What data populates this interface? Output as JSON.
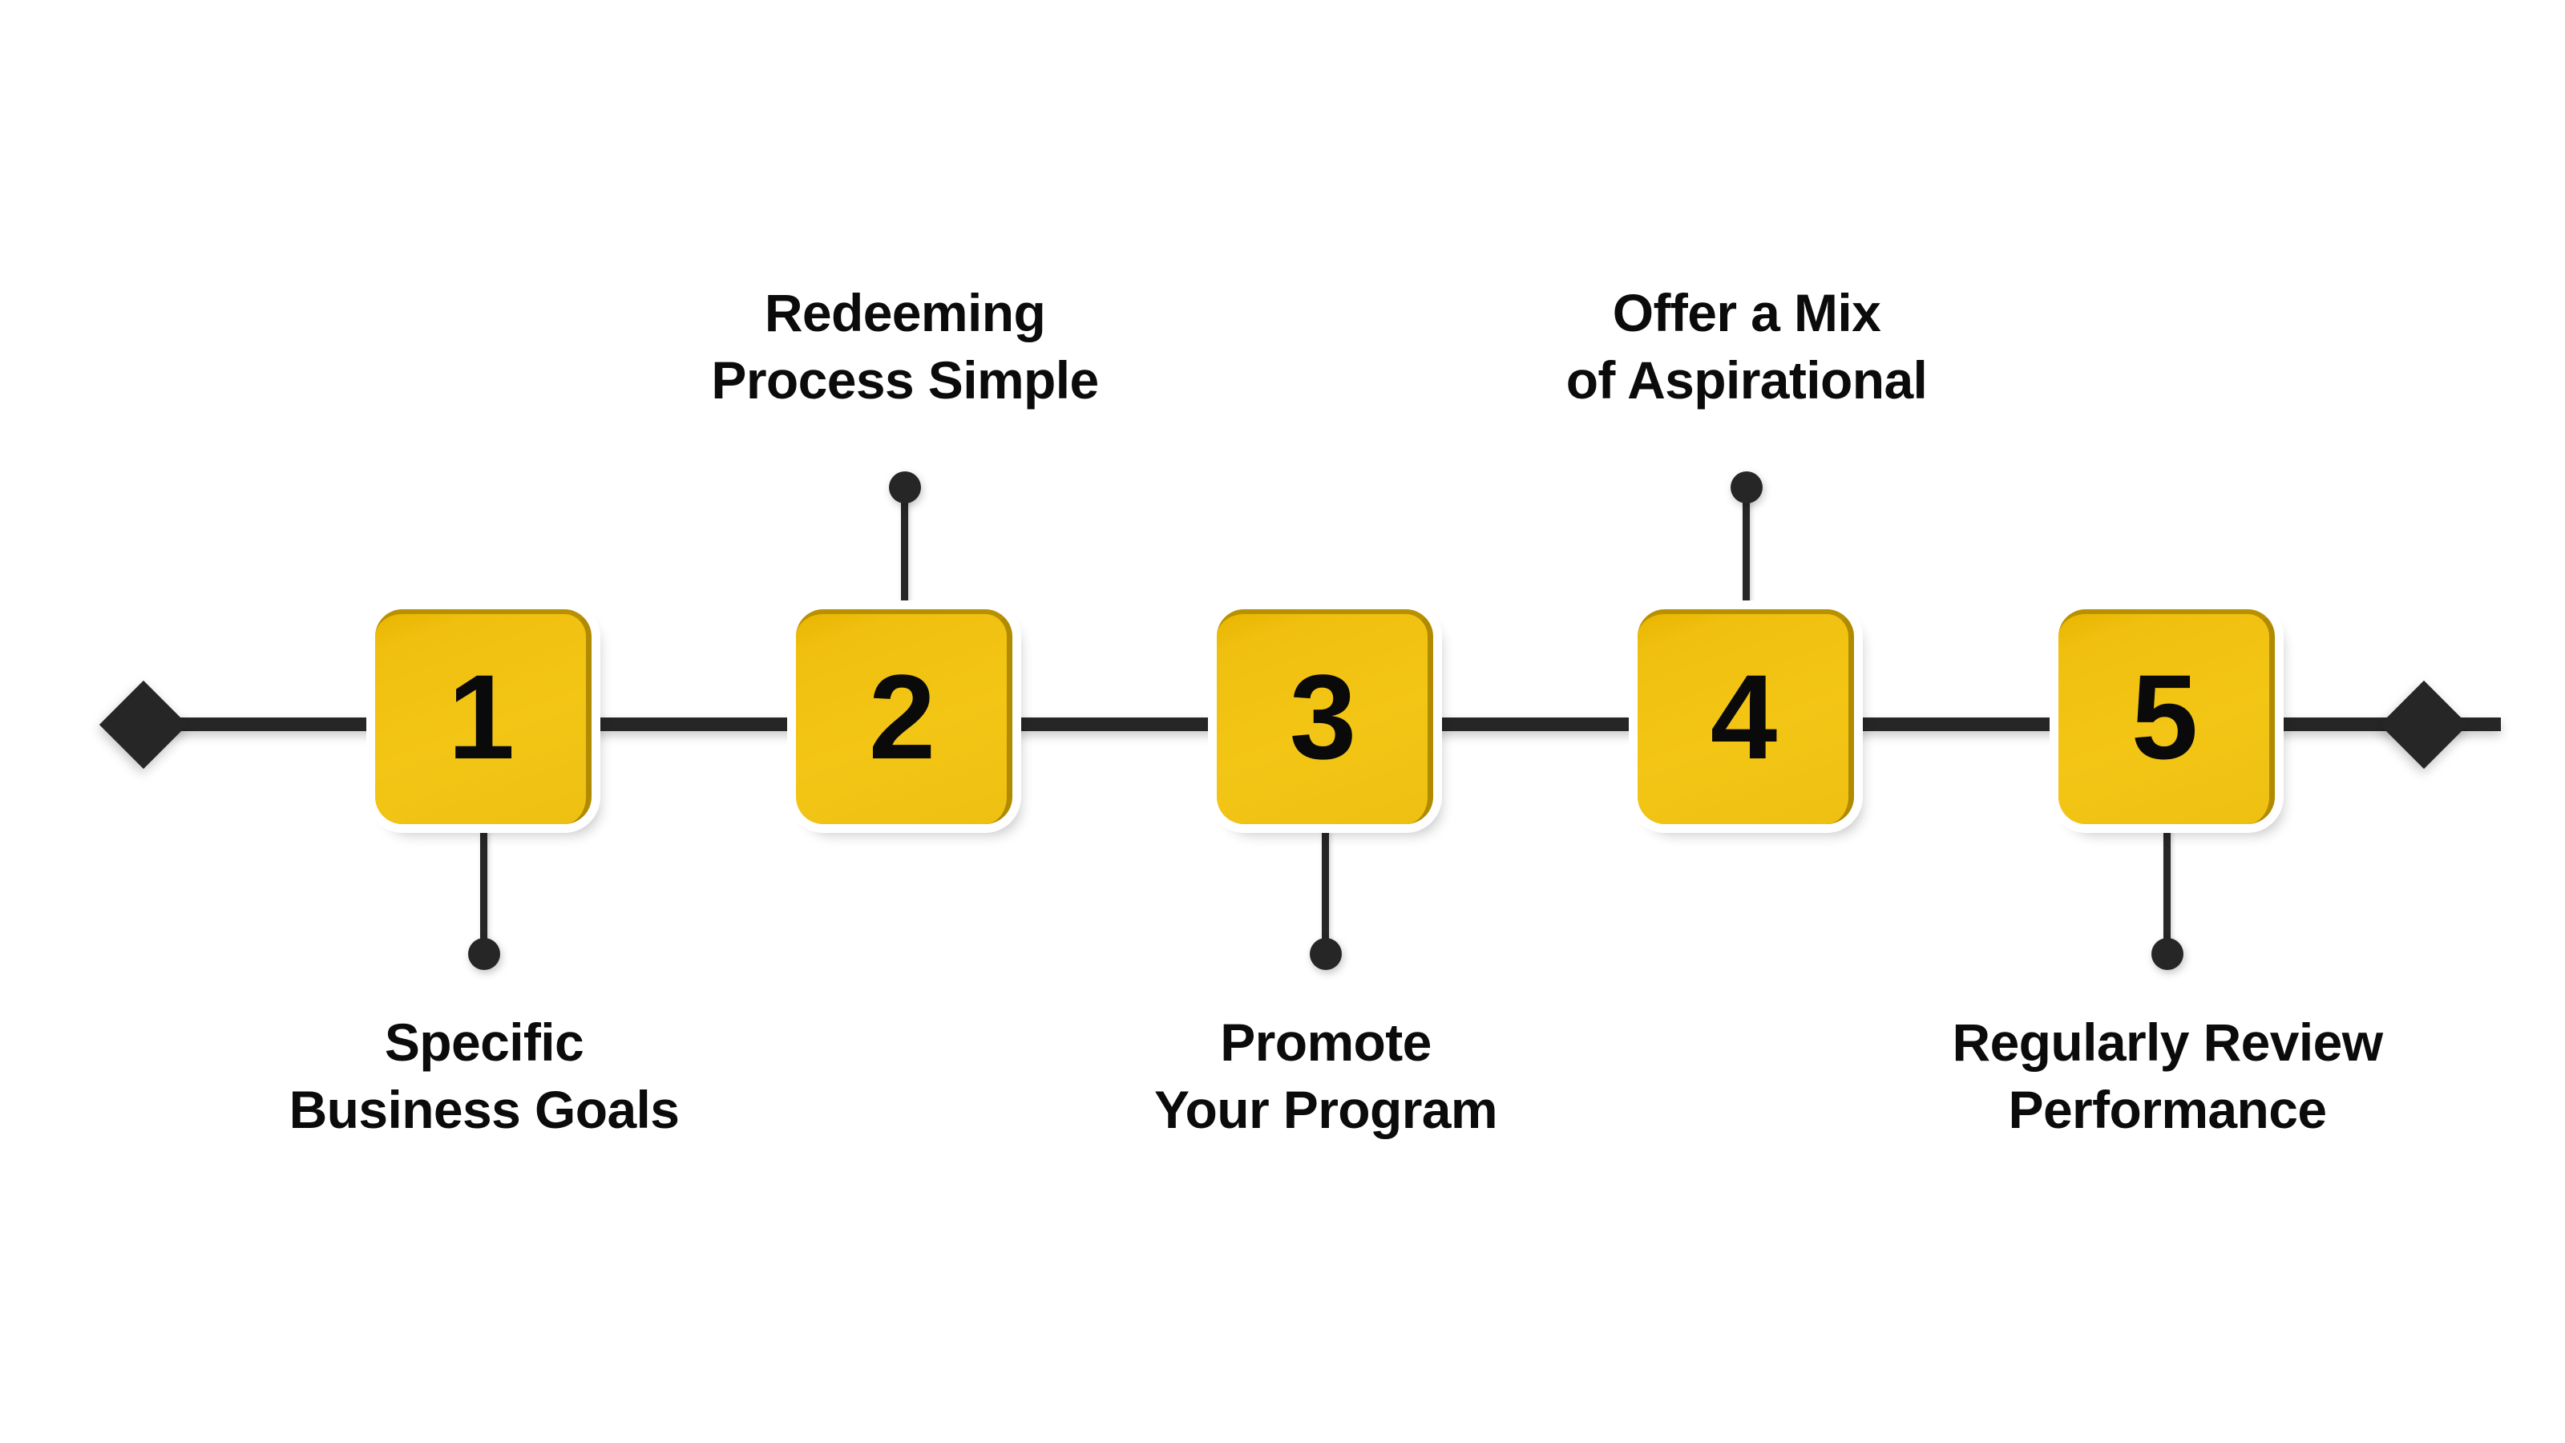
{
  "diagram": {
    "type": "horizontal-timeline",
    "title": "",
    "background_color": "#ffffff",
    "accent_color": "#F0C015",
    "line_color": "#262626",
    "text_color": "#0B0B0B",
    "endpoints": {
      "left_marker": "diamond",
      "right_marker": "diamond"
    },
    "steps": [
      {
        "number": "1",
        "label": "Specific\nBusiness Goals",
        "label_position": "below"
      },
      {
        "number": "2",
        "label": "Redeeming\nProcess Simple",
        "label_position": "above"
      },
      {
        "number": "3",
        "label": "Promote\nYour Program",
        "label_position": "below"
      },
      {
        "number": "4",
        "label": "Offer a Mix\nof Aspirational",
        "label_position": "above"
      },
      {
        "number": "5",
        "label": "Regularly Review\nPerformance",
        "label_position": "below"
      }
    ]
  }
}
